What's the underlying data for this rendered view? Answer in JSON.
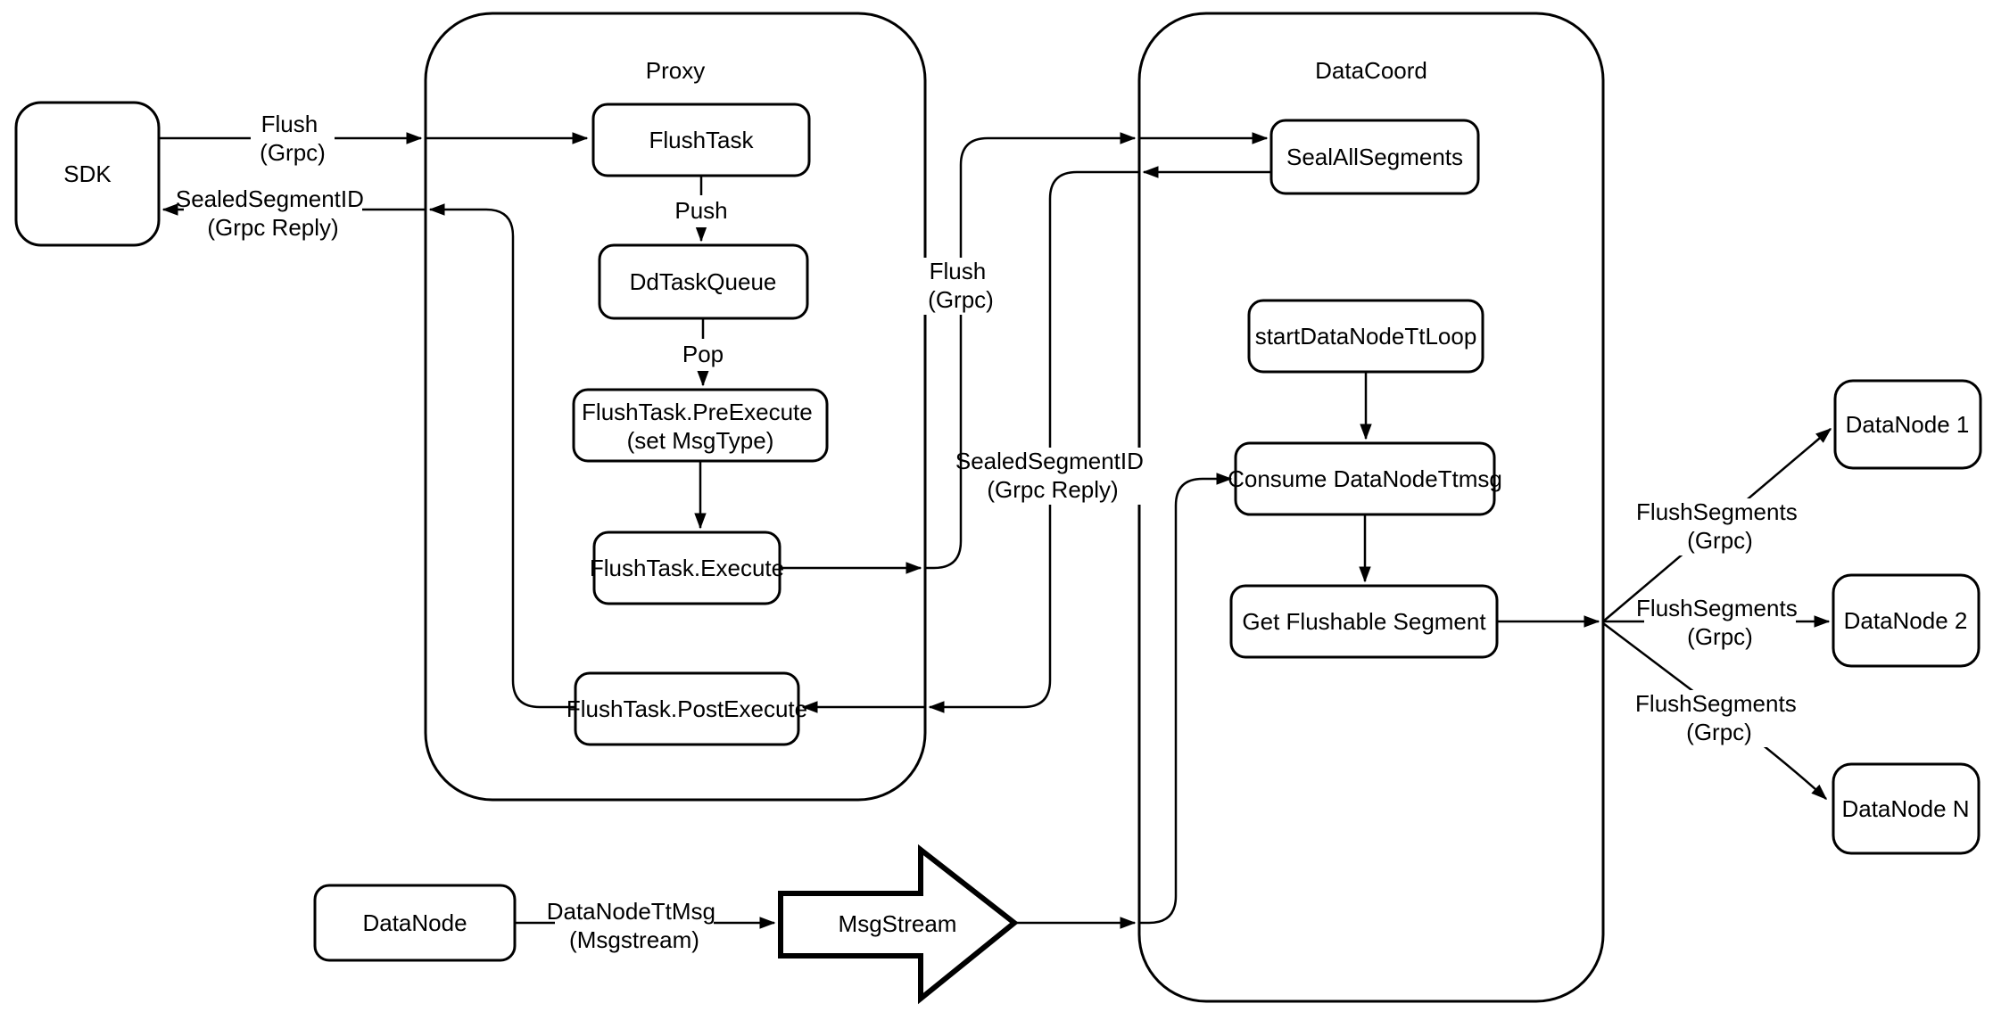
{
  "diagram": {
    "background": "#ffffff",
    "stroke_color": "#000000",
    "containers": {
      "proxy": {
        "label": "Proxy"
      },
      "datacoord": {
        "label": "DataCoord"
      }
    },
    "nodes": {
      "sdk": {
        "label": "SDK"
      },
      "flush_task": {
        "label": "FlushTask"
      },
      "dd_task_queue": {
        "label": "DdTaskQueue"
      },
      "pre_execute": {
        "line1": "FlushTask.PreExecute",
        "line2": "(set MsgType)"
      },
      "execute": {
        "label": "FlushTask.Execute"
      },
      "post_execute": {
        "label": "FlushTask.PostExecute"
      },
      "seal_all_segments": {
        "label": "SealAllSegments"
      },
      "start_data_node_tt_loop": {
        "label": "startDataNodeTtLoop"
      },
      "consume_data_node_ttmsg": {
        "label": "Consume DataNodeTtmsg"
      },
      "get_flushable_segment": {
        "label": "Get Flushable Segment"
      },
      "data_node_1": {
        "label": "DataNode 1"
      },
      "data_node_2": {
        "label": "DataNode 2"
      },
      "data_node_n": {
        "label": "DataNode N"
      },
      "data_node": {
        "label": "DataNode"
      },
      "msg_stream": {
        "label": "MsgStream"
      }
    },
    "edge_labels": {
      "flush_grpc": {
        "line1": "Flush",
        "line2": "(Grpc)"
      },
      "sealed_segment_id": {
        "line1": "SealedSegmentID",
        "line2": "(Grpc Reply)"
      },
      "push": {
        "label": "Push"
      },
      "pop": {
        "label": "Pop"
      },
      "flush_segments": {
        "line1": "FlushSegments",
        "line2": "(Grpc)"
      },
      "data_node_tt_msg": {
        "line1": "DataNodeTtMsg",
        "line2": "(Msgstream)"
      }
    }
  }
}
